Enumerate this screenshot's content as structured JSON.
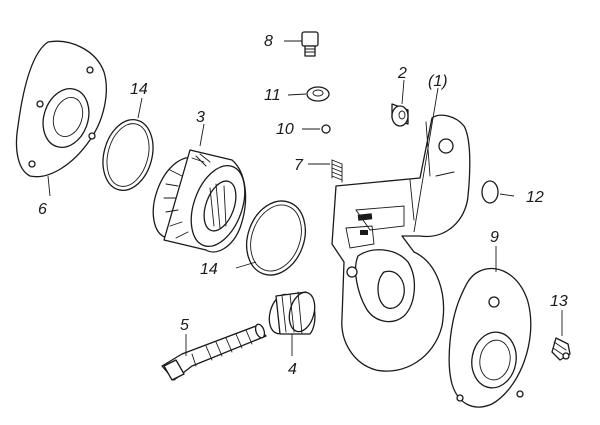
{
  "callouts": {
    "c1": "(1)",
    "c2": "2",
    "c3": "3",
    "c4": "4",
    "c5": "5",
    "c6": "6",
    "c7": "7",
    "c8": "8",
    "c9": "9",
    "c10": "10",
    "c11": "11",
    "c12": "12",
    "c13": "13",
    "c14a": "14",
    "c14b": "14"
  },
  "colors": {
    "ink": "#1a1a1a",
    "paper": "#ffffff"
  }
}
